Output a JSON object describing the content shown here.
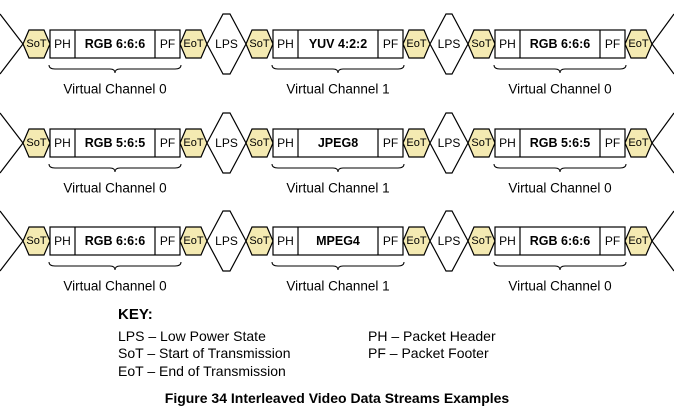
{
  "rows": [
    {
      "blocks": [
        {
          "payload": "RGB 6:6:6",
          "channel": "Virtual Channel 0"
        },
        {
          "payload": "YUV 4:2:2",
          "channel": "Virtual Channel 1"
        },
        {
          "payload": "RGB 6:6:6",
          "channel": "Virtual Channel 0"
        }
      ]
    },
    {
      "blocks": [
        {
          "payload": "RGB 5:6:5",
          "channel": "Virtual Channel 0"
        },
        {
          "payload": "JPEG8",
          "channel": "Virtual Channel 1"
        },
        {
          "payload": "RGB 5:6:5",
          "channel": "Virtual Channel 0"
        }
      ]
    },
    {
      "blocks": [
        {
          "payload": "RGB 6:6:6",
          "channel": "Virtual Channel 0"
        },
        {
          "payload": "MPEG4",
          "channel": "Virtual Channel 1"
        },
        {
          "payload": "RGB 6:6:6",
          "channel": "Virtual Channel 0"
        }
      ]
    }
  ],
  "labels": {
    "sot": "SoT",
    "eot": "EoT",
    "ph": "PH",
    "pf": "PF",
    "lps": "LPS"
  },
  "key": {
    "title": "KEY:",
    "items": [
      "LPS – Low Power State",
      "SoT – Start of Transmission",
      "EoT – End of Transmission",
      "PH – Packet Header",
      "PF – Packet Footer"
    ]
  },
  "caption": "Figure 34 Interleaved Video Data Streams Examples",
  "colors": {
    "hexagon_fill": "#f4eab2",
    "stroke": "#000000",
    "background": "#ffffff"
  }
}
